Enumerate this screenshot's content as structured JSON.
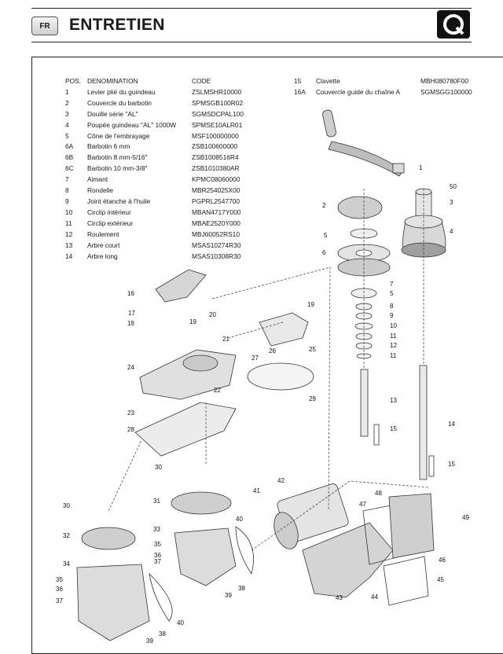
{
  "header": {
    "lang_badge": "FR",
    "title": "ENTRETIEN",
    "logo_icon": "quick-logo-icon"
  },
  "parts_table": {
    "headers": {
      "pos": "POS.",
      "name": "DENOMINATION",
      "code": "CODE"
    },
    "rows_left": [
      {
        "pos": "1",
        "name": "Levier plié du guindeau",
        "code": "ZSLMSHR10000"
      },
      {
        "pos": "2",
        "name": "Couvercle du barbotin",
        "code": "SPMSGB100R02"
      },
      {
        "pos": "3",
        "name": "Douille série \"AL\"",
        "code": "SGMSDCPAL100"
      },
      {
        "pos": "4",
        "name": "Poupée guindeau \"AL\" 1000W",
        "code": "SPMSE10ALR01"
      },
      {
        "pos": "5",
        "name": "Cône de l'embrayage",
        "code": "MSF100000000"
      },
      {
        "pos": "6A",
        "name": "Barbotin 6 mm",
        "code": "ZSB100600000"
      },
      {
        "pos": "6B",
        "name": "Barbotin 8 mm-5/16\"",
        "code": "ZSB1008516R4"
      },
      {
        "pos": "6C",
        "name": "Barbotin 10 mm-3/8\"",
        "code": "ZSB1010380AR"
      },
      {
        "pos": "7",
        "name": "Aimant",
        "code": "KPMC08060000"
      },
      {
        "pos": "8",
        "name": "Rondelle",
        "code": "MBR254025X00"
      },
      {
        "pos": "9",
        "name": "Joint étanche à l'huile",
        "code": "PGPRL2547700"
      },
      {
        "pos": "10",
        "name": "Circlip intérieur",
        "code": "MBAN4717Y000"
      },
      {
        "pos": "11",
        "name": "Circlip extérieur",
        "code": "MBAE2520Y000"
      },
      {
        "pos": "12",
        "name": "Roulement",
        "code": "MBJ60052RS10"
      },
      {
        "pos": "13",
        "name": "Arbre court",
        "code": "MSAS10274R30"
      },
      {
        "pos": "14",
        "name": "Arbre long",
        "code": "MSAS10308R30"
      }
    ],
    "rows_right": [
      {
        "pos": "15",
        "name": "Clavette",
        "code": "MBH080780F00"
      },
      {
        "pos": "16A",
        "name": "Couvercle guide du chaîne A",
        "code": "SGMSGG100000"
      }
    ]
  },
  "callouts": [
    "1",
    "2",
    "3",
    "4",
    "5",
    "6",
    "7",
    "5",
    "8",
    "9",
    "10",
    "11",
    "12",
    "11",
    "13",
    "15",
    "14",
    "15",
    "50",
    "16",
    "17",
    "18",
    "19",
    "20",
    "21",
    "19",
    "25",
    "26",
    "27",
    "24",
    "22",
    "23",
    "28",
    "29",
    "30",
    "31",
    "30",
    "32",
    "33",
    "34",
    "35",
    "36",
    "37",
    "35",
    "36",
    "37",
    "38",
    "39",
    "38",
    "39",
    "40",
    "40",
    "41",
    "42",
    "43",
    "44",
    "45",
    "46",
    "47",
    "48",
    "49"
  ]
}
